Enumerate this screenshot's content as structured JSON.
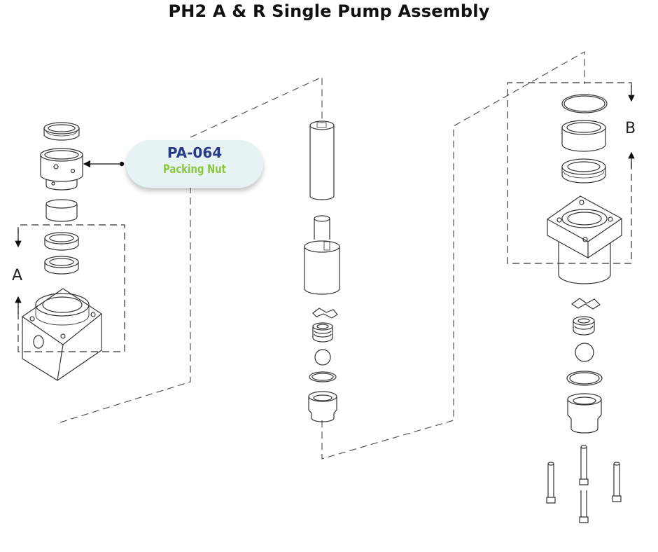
{
  "title": "PH2 A & R Single Pump Assembly",
  "callout": {
    "part_number": "PA-064",
    "part_name": "Packing Nut"
  },
  "labels": {
    "group_a": "A",
    "group_b": "B"
  },
  "colors": {
    "part_number": "#2b3a86",
    "part_name": "#8cc63f",
    "callout_bg": "#e7f3f3",
    "line": "#333333"
  }
}
